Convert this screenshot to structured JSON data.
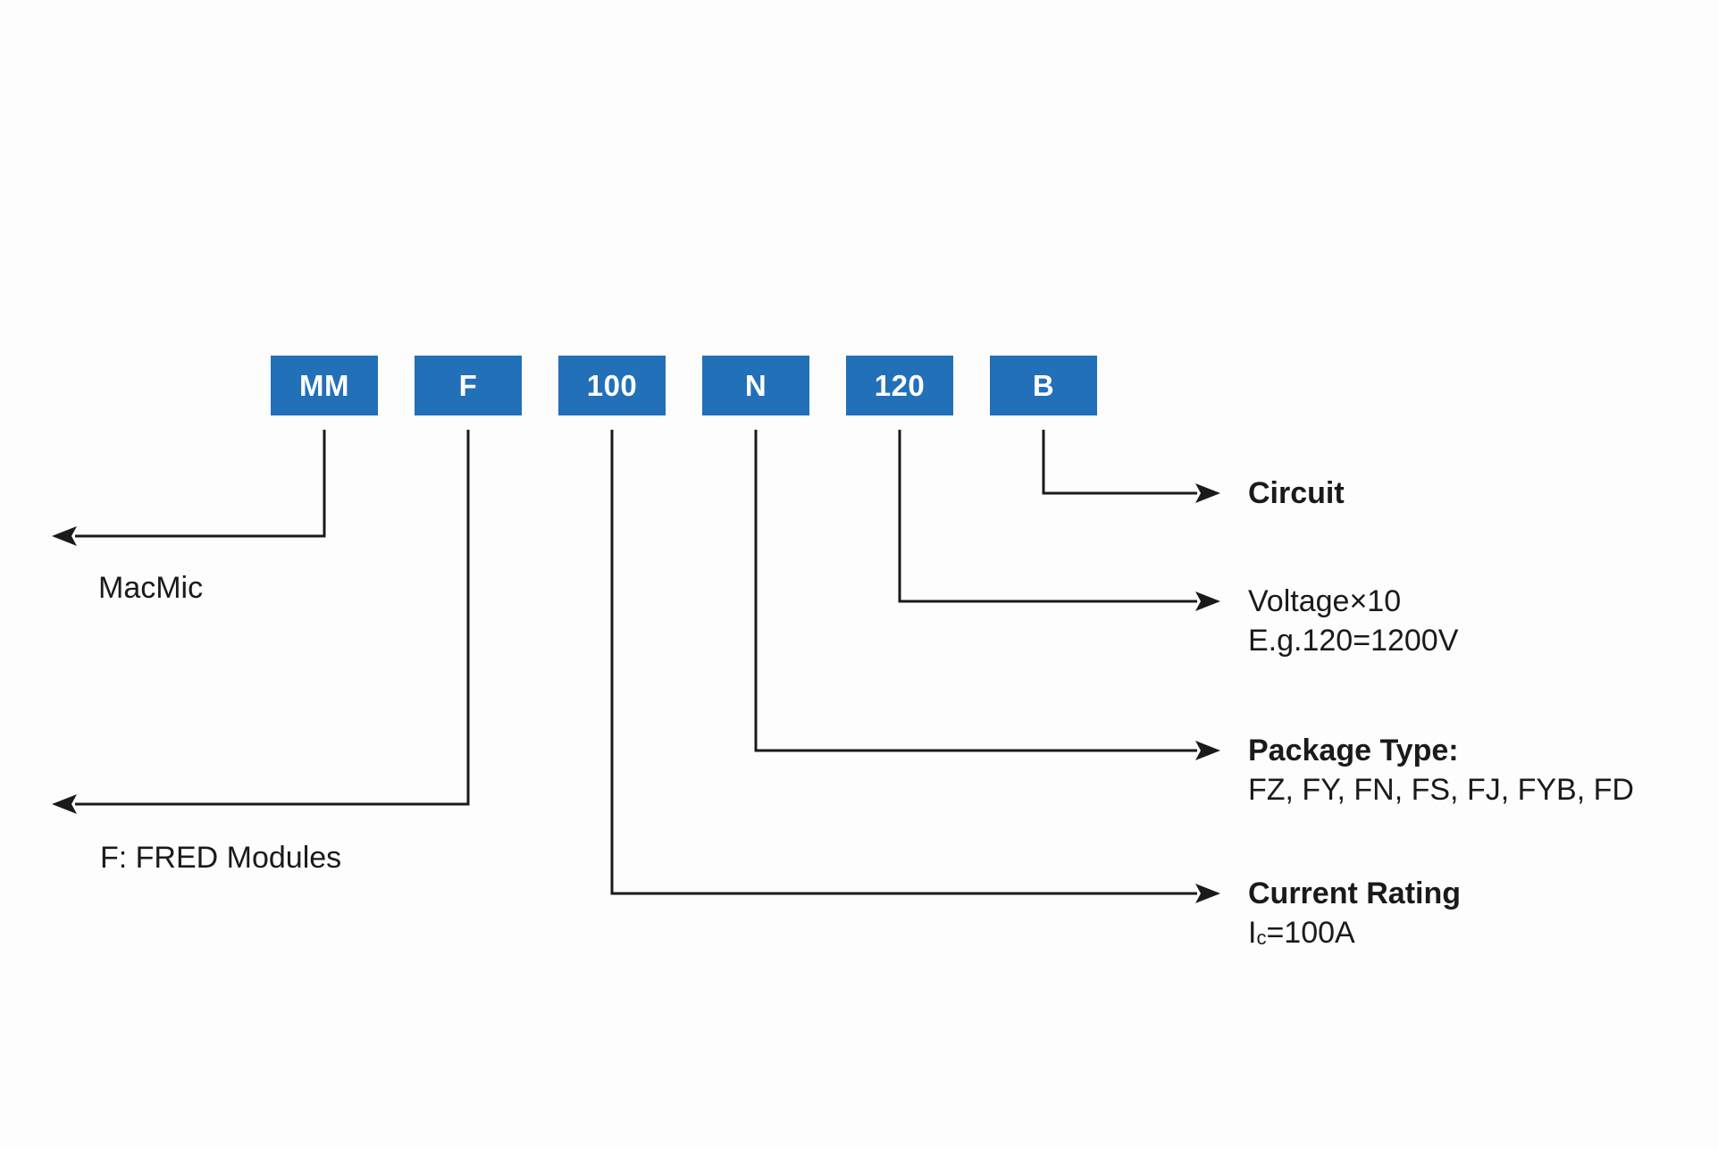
{
  "colors": {
    "box_fill": "#2170B8",
    "box_text": "#FFFFFF",
    "line": "#1A1A1A",
    "background": "#FDFDFD"
  },
  "part_code": {
    "segments": [
      {
        "code": "MM"
      },
      {
        "code": "F"
      },
      {
        "code": "100"
      },
      {
        "code": "N"
      },
      {
        "code": "120"
      },
      {
        "code": "B"
      }
    ]
  },
  "callouts": {
    "manufacturer": {
      "label": "MacMic"
    },
    "family": {
      "label": "F: FRED Modules"
    },
    "current_rating": {
      "title": "Current Rating",
      "symbol": "I",
      "symbol_subscript": "c",
      "value": "=100A"
    },
    "package_type": {
      "title": "Package Type:",
      "options": "FZ, FY, FN, FS, FJ, FYB, FD"
    },
    "voltage": {
      "title": "Voltage×10",
      "example": "E.g.120=1200V"
    },
    "circuit": {
      "title": "Circuit"
    }
  }
}
